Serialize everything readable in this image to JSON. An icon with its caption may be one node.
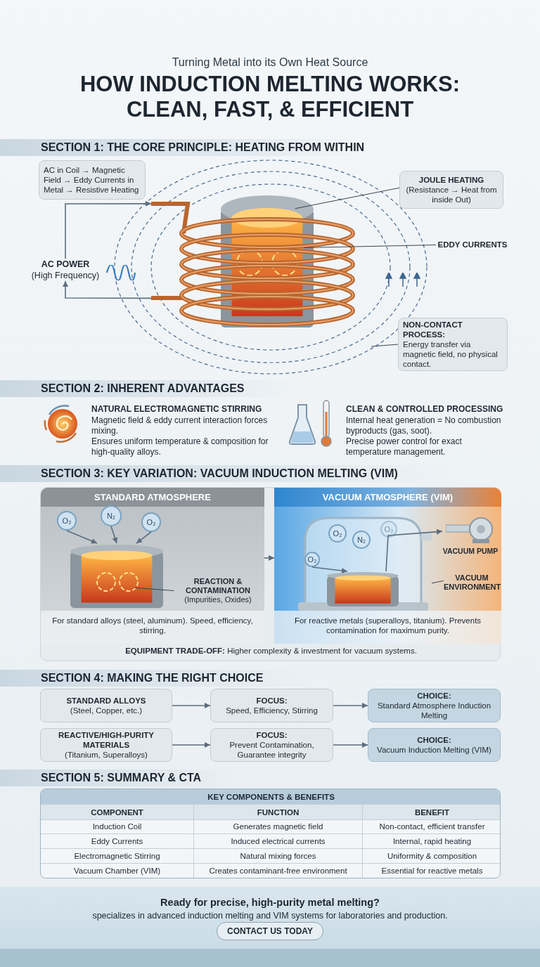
{
  "diagram": {
    "title": "HOW INDUCTION MELTING WORKS: CLEAN, FAST, & EFFICIENT",
    "nodes": [
      {
        "text": [
          "AC in Coil → Magnetic Field → Eddy Currents in Metal → Resistive Heating"
        ]
      },
      {
        "text": [
          "JOULE HEATING",
          "(Resistance → Heat from inside Out)"
        ]
      },
      {
        "text": [
          "AC POWER",
          "(High Frequency)"
        ]
      },
      {
        "text": [],
        "shape": "picture"
      },
      {
        "text": [
          "EDDY CURRENTS"
        ]
      },
      {
        "text": [
          "NON-CONTACT PROCESS:",
          "Energy transfer via magnetic field, no physical contact."
        ]
      },
      {
        "text": [
          "**EQUIPMENT TRADE-OFF:** Higher complexity & investment for vacuum systems."
        ]
      },
      {
        "text": [
          "STANDARD ATMOSPHERE",
          "For standard alloys (steel, aluminum). Speed, efficiency, stirring."
        ],
        "in": 6
      },
      {
        "text": [
          "O₂"
        ],
        "in": 7
      },
      {
        "text": [
          "N₂"
        ],
        "in": 7
      },
      {
        "text": [
          "O₂"
        ],
        "in": 7
      },
      {
        "text": [],
        "shape": "picture",
        "in": 7
      },
      {
        "text": [
          "REACTION & CONTAMINATION",
          "(Impurities, Oxides)"
        ],
        "in": 7
      },
      {
        "text": [
          "VACUUM ATMOSPHERE (VIM)",
          "For reactive metals (superalloys, titanium). Prevents contamination for maximum purity."
        ],
        "in": 6
      },
      {
        "text": [],
        "shape": "picture",
        "in": 13
      },
      {
        "text": [
          "O₂"
        ],
        "in": 14
      },
      {
        "text": [
          "N₂"
        ],
        "in": 14
      },
      {
        "text": [
          "O₂"
        ],
        "in": 14
      },
      {
        "text": [
          "O₂"
        ],
        "in": 14
      },
      {
        "text": [],
        "shape": "picture",
        "in": 14
      },
      {
        "text": [],
        "shape": "picture",
        "in": 13,
        "beside": [
          "VACUUM PUMP"
        ]
      },
      {
        "text": [
          "VACUUM ENVIRONMENT"
        ],
        "in": 13
      },
      {
        "text": [
          "STANDARD ALLOYS",
          "(Steel, Copper, etc.)"
        ]
      },
      {
        "text": [
          "FOCUS:",
          "Speed, Efficiency, Stirring"
        ]
      },
      {
        "text": [
          "CHOICE:",
          "Standard Atmosphere Induction Melting"
        ]
      },
      {
        "text": [
          "REACTIVE/HIGH-PURITY MATERIALS",
          "(Titanium, Superalloys)"
        ]
      },
      {
        "text": [
          "FOCUS:",
          "Prevent Contamination, Guarantee integrity"
        ]
      },
      {
        "text": [
          "CHOICE:",
          "Vacuum Induction Melting (VIM)"
        ]
      },
      {
        "text": [
          "CONTACT US TODAY"
        ]
      }
    ],
    "edges": [
      {
        "from": 2,
        "to": 3,
        "arrow": "to"
      },
      {
        "from": 3,
        "to": 2,
        "arrow": "to"
      },
      {
        "from": 1,
        "to": 3,
        "arrow": "none"
      },
      {
        "from": 4,
        "to": 3,
        "arrow": "none"
      },
      {
        "from": 5,
        "to": null,
        "arrow": "none"
      },
      {
        "from": 7,
        "to": 13,
        "arrow": "to"
      },
      {
        "from": 8,
        "to": 11,
        "arrow": "to"
      },
      {
        "from": 9,
        "to": 11,
        "arrow": "to"
      },
      {
        "from": 10,
        "to": 11,
        "arrow": "to"
      },
      {
        "from": 12,
        "to": 11,
        "arrow": "none"
      },
      {
        "from": 18,
        "to": 19,
        "arrow": "to"
      },
      {
        "from": 19,
        "to": 20,
        "arrow": "to"
      },
      {
        "from": 21,
        "to": 14,
        "arrow": "none"
      },
      {
        "from": 22,
        "to": 23,
        "arrow": "to"
      },
      {
        "from": 23,
        "to": 24,
        "arrow": "to"
      },
      {
        "from": 25,
        "to": 26,
        "arrow": "to"
      },
      {
        "from": 26,
        "to": 27,
        "arrow": "to"
      }
    ],
    "labels": [
      "Turning Metal into its Own Heat Source",
      "SECTION 1: THE CORE PRINCIPLE: HEATING FROM WITHIN",
      "SECTION 2: INHERENT ADVANTAGES",
      "NATURAL ELECTROMAGNETIC STIRRING",
      "Magnetic field & eddy current interaction forces mixing.",
      "Ensures uniform temperature & composition for high-quality alloys.",
      "CLEAN & CONTROLLED PROCESSING",
      "Internal heat generation = No combustion byproducts (gas, soot).",
      "Precise power control for exact temperature management.",
      "SECTION 3: KEY VARIATION: VACUUM INDUCTION MELTING (VIM)",
      "SECTION 4: MAKING THE RIGHT CHOICE",
      "SECTION 5: SUMMARY & CTA",
      "KEY COMPONENTS & BENEFITS",
      "COMPONENT",
      "FUNCTION",
      "BENEFIT",
      "Induction Coil",
      "Generates magnetic field",
      "Non-contact, efficient transfer",
      "Eddy Currents",
      "Induced electrical currents",
      "Internal, rapid heating",
      "Electromagnetic Stirring",
      "Natural mixing forces",
      "Uniformity & composition",
      "Vacuum Chamber (VIM)",
      "Creates contaminant-free environment",
      "Essential for reactive metals",
      "Ready for precise, high-purity metal melting?",
      "specializes in advanced induction melting and VIM systems for laboratories and production."
    ]
  }
}
